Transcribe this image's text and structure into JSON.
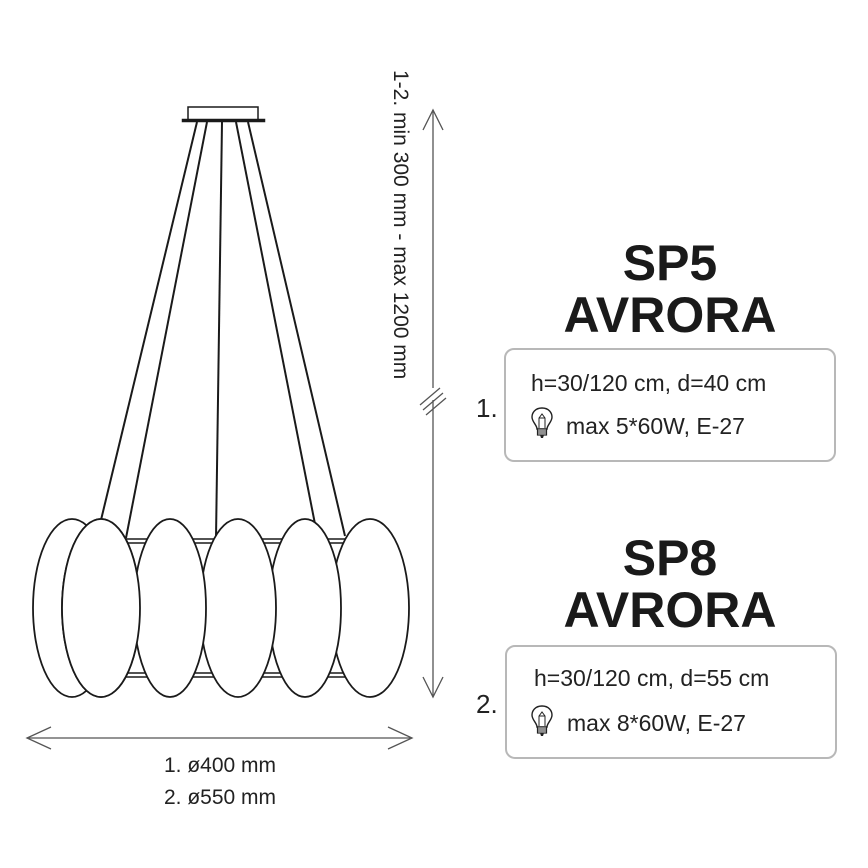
{
  "drawing": {
    "height_dimension_label": "1-2. min 300 mm - max 1200 mm",
    "diameter_labels": [
      "1. ø400 mm",
      "2. ø550 mm"
    ]
  },
  "models": [
    {
      "index_label": "1.",
      "code": "SP5",
      "name": "AVRORA",
      "spec_dimensions": "h=30/120 cm, d=40 cm",
      "bulb_icon": "light-bulb-icon",
      "spec_power": "max 5*60W, E-27"
    },
    {
      "index_label": "2.",
      "code": "SP8",
      "name": "AVRORA",
      "spec_dimensions": "h=30/120 cm, d=55 cm",
      "bulb_icon": "light-bulb-icon",
      "spec_power": "max 8*60W, E-27"
    }
  ],
  "colors": {
    "line": "#1a1a1a",
    "dimension_line": "#555555",
    "box_border": "#b8b8b8"
  }
}
